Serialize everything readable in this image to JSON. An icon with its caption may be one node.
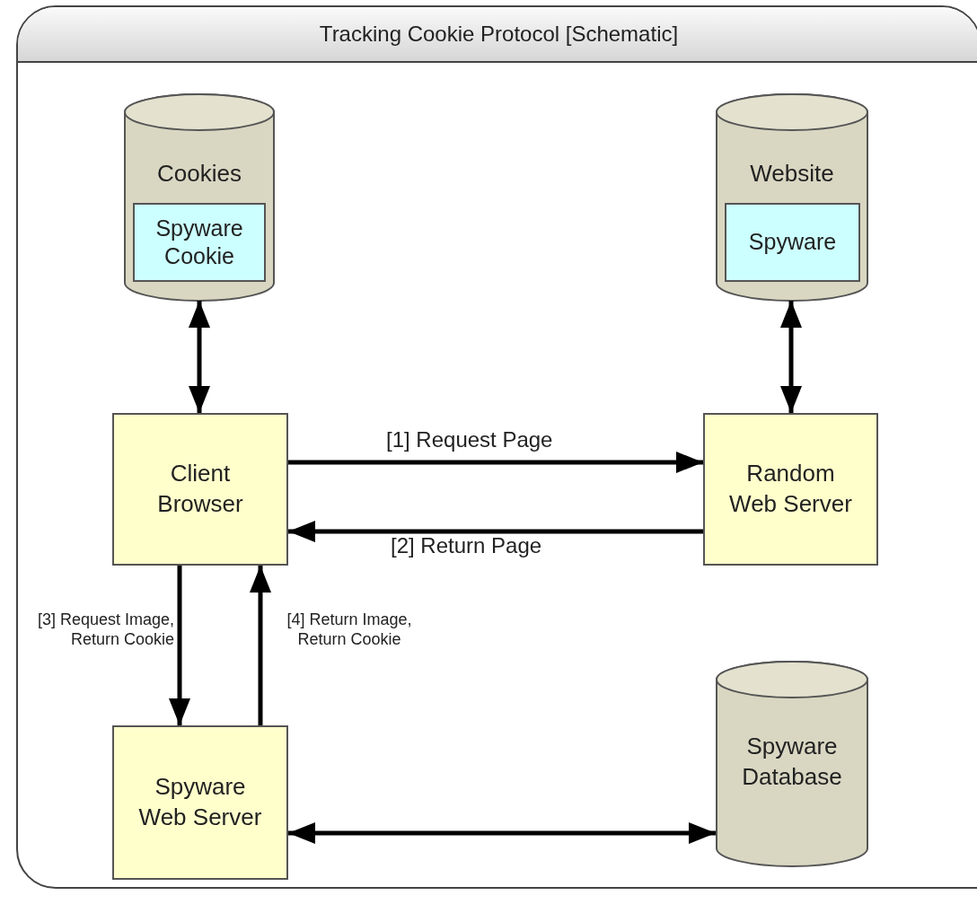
{
  "diagram": {
    "nodes": [
      {
        "text": [
          "Tracking Cookie Protocol [Schematic]"
        ]
      },
      {
        "text": [
          "Cookies"
        ],
        "in": 0
      },
      {
        "text": [
          "Spyware Cookie"
        ],
        "in": 1
      },
      {
        "text": [
          "Website"
        ],
        "in": 0
      },
      {
        "text": [
          "Spyware"
        ],
        "in": 3
      },
      {
        "text": [
          "Client Browser"
        ],
        "in": 0
      },
      {
        "text": [
          "Random Web Server"
        ],
        "in": 0
      },
      {
        "text": [
          "Spyware Web Server"
        ],
        "in": 0
      },
      {
        "text": [
          "Spyware Database"
        ],
        "in": 0
      }
    ],
    "edges": [
      {
        "from": 1,
        "to": 5,
        "arrow": "both"
      },
      {
        "from": 3,
        "to": 6,
        "arrow": "both"
      },
      {
        "from": 5,
        "to": 6,
        "arrow": "to",
        "label": "[1] Request Page"
      },
      {
        "from": 6,
        "to": 5,
        "arrow": "to",
        "label": "[2] Return Page"
      },
      {
        "from": 5,
        "to": 7,
        "arrow": "to",
        "label": "[3] Request Image, Return Cookie"
      },
      {
        "from": 7,
        "to": 5,
        "arrow": "to",
        "label": "[4] Return Image, Return Cookie"
      },
      {
        "from": 7,
        "to": 8,
        "arrow": "both"
      }
    ]
  }
}
